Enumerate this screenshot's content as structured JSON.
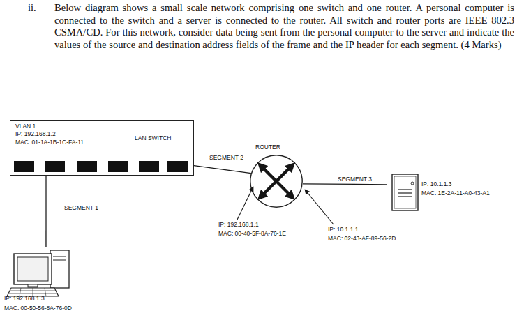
{
  "diagram": {
    "nodes": [
      {
        "text": [
          "VLAN 1",
          "IP: 192.168.1.2",
          "MAC: 01-1A-1B-1C-FA-11",
          "LAN SWITCH"
        ]
      },
      {
        "text": [
          "ROUTER"
        ]
      },
      {
        "text": [
          "IP: 10.1.1.3",
          "MAC: 1E-2A-11-A0-43-A1"
        ]
      },
      {
        "text": [
          "IP: 192.168.1.3",
          "MAC: 00-50-56-8A-76-0D"
        ]
      }
    ],
    "edges": [
      {
        "from": 0,
        "to": 3,
        "arrow": "none",
        "label": "SEGMENT 1"
      },
      {
        "from": 0,
        "to": 1,
        "arrow": "none",
        "label": "SEGMENT 2"
      },
      {
        "from": 1,
        "to": 2,
        "arrow": "none",
        "label": "SEGMENT 3"
      }
    ],
    "labels": [
      "ii.",
      "Below diagram shows a small scale network comprising one switch and one router. A personal computer is connected to the switch and a server is connected to the router. All switch and router ports are IEEE 802.3 CSMA/CD. For this network, consider data being sent from the personal computer to the server and indicate the values of the source and destination address fields of the frame and the IP header for each segment. (4 Marks)",
      "IP: 192.168.1.1",
      "MAC: 00-40-5F-8A-76-1E",
      "IP: 10.1.1.1",
      "MAC: 02-43-AF-89-56-2D"
    ]
  }
}
